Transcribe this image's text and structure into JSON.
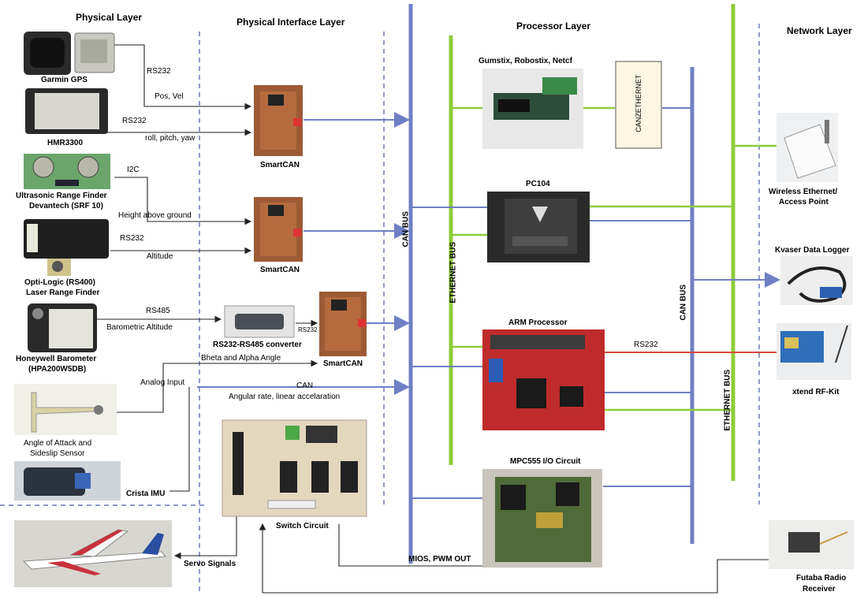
{
  "layers": {
    "physical": "Physical Layer",
    "interface": "Physical Interface Layer",
    "processor": "Processor Layer",
    "network": "Network Layer"
  },
  "devices": {
    "gps": "Garmin GPS",
    "hmr": "HMR3300",
    "ultrasonic_1": "Ultrasonic Range Finder",
    "ultrasonic_2": "Devantech (SRF 10)",
    "optilogic_1": "Opti-Logic (RS400)",
    "optilogic_2": "Laser Range Finder",
    "barometer_1": "Honeywell Barometer",
    "barometer_2": "(HPA200W5DB)",
    "aoa_1": "Angle of Attack and",
    "aoa_2": "Sideslip Sensor",
    "imu": "Crista IMU",
    "smartcan_1": "SmartCAN",
    "smartcan_2": "SmartCAN",
    "smartcan_3": "SmartCAN",
    "converter": "RS232-RS485 converter",
    "switch": "Switch Circuit",
    "servo": "Servo Signals",
    "gumstix": "Gumstix, Robostix, Netcf",
    "canzethernet": "CANZETHERNET",
    "pc104": "PC104",
    "arm": "ARM Processor",
    "mpc555": "MPC555 I/O Circuit",
    "mios": "MIOS, PWM OUT",
    "wireless_1": "Wireless Ethernet/",
    "wireless_2": "Access Point",
    "kvaser": "Kvaser Data Logger",
    "xtend": "xtend RF-Kit",
    "futaba_1": "Futaba Radio",
    "futaba_2": "Receiver"
  },
  "links": {
    "gps_proto": "RS232",
    "gps_data": "Pos, Vel",
    "hmr_proto": "RS232",
    "hmr_data": "roll, pitch, yaw",
    "ultra_proto": "I2C",
    "ultra_data": "Height above ground",
    "opti_proto": "RS232",
    "opti_data": "Altitude",
    "baro_proto": "RS485",
    "baro_data": "Barometric Altitude",
    "conv_out": "RS232",
    "aoa_data": "Bheta and Alpha Angle",
    "analog": "Analog Input",
    "imu_proto": "CAN",
    "imu_data": "Angular rate, linear accelaration",
    "arm_rs232": "RS232"
  },
  "buses": {
    "can_main": "CAN BUS",
    "ethernet_main": "ETHERNET BUS",
    "can_right": "CAN BUS",
    "ethernet_right": "ETHERNET BUS"
  },
  "colors": {
    "can_bus": "#6f7fc4",
    "ethernet_bus": "#8fcc3a",
    "rs232_line": "#d9493a",
    "wire": "#222222",
    "dash": "#4a5aa8"
  }
}
